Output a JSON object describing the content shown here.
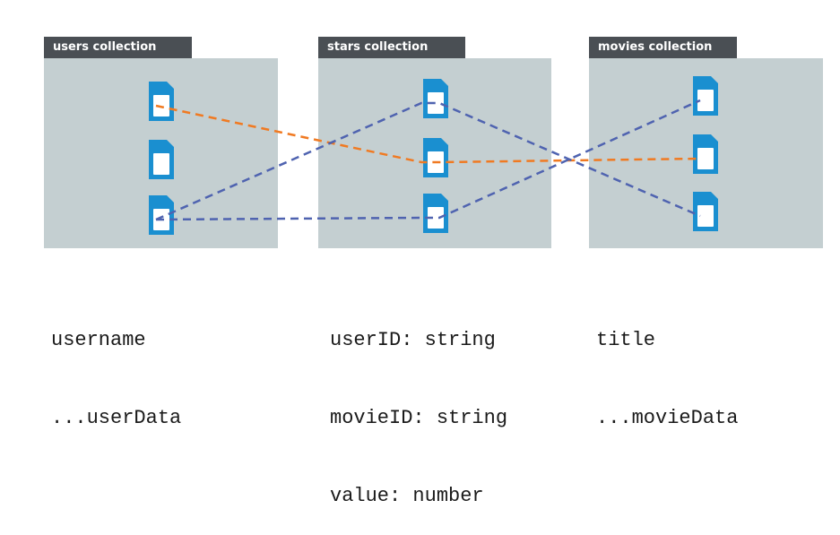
{
  "collections": {
    "users": {
      "title": "users collection",
      "fields": [
        "username",
        "...userData"
      ]
    },
    "stars": {
      "title": "stars collection",
      "fields": [
        "userID: string",
        "movieID: string",
        "value: number"
      ]
    },
    "movies": {
      "title": "movies collection",
      "fields": [
        "title",
        "...movieData"
      ]
    }
  },
  "colors": {
    "panel": "#c4cfd1",
    "tab": "#4a4f54",
    "document": "#1a8fd0",
    "link_orange": "#f07a22",
    "link_blue": "#4f63b0"
  },
  "links": [
    {
      "from": "users.0",
      "via": "stars.1",
      "to": "movies.1",
      "color": "orange"
    },
    {
      "from": "users.2",
      "via": "stars.0",
      "to": "movies.2",
      "color": "blue"
    },
    {
      "from": "users.2",
      "via": "stars.2",
      "to": "movies.0",
      "color": "blue"
    }
  ]
}
